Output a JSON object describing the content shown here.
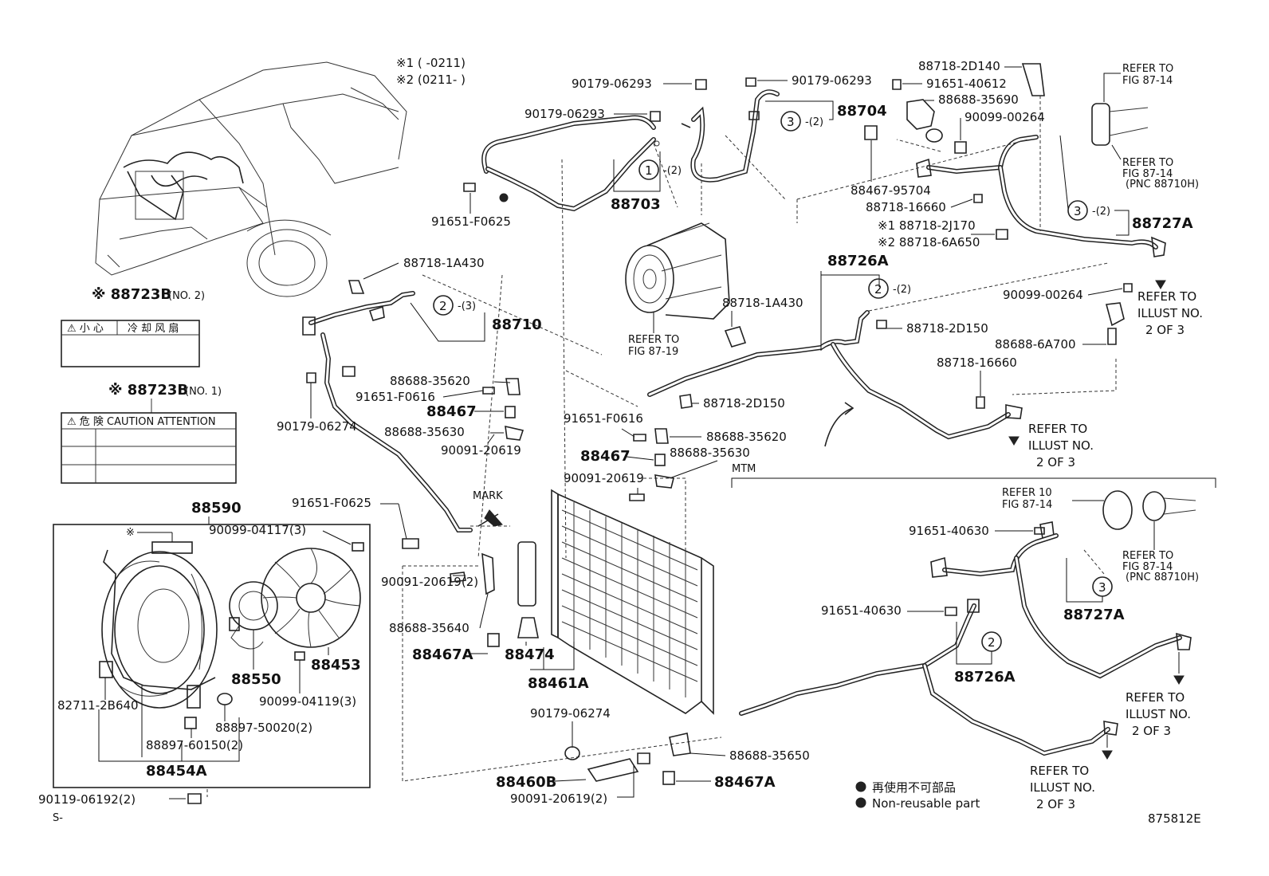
{
  "diagram_id": "875812E",
  "corner_mark": "S-",
  "variant_notes": {
    "note1": "※1 (       -0211)",
    "note2": "※2 (0211-        )"
  },
  "legend": {
    "reuse_jp": "再使用不可部品",
    "reuse_en": "Non-reusable part"
  },
  "section_label_mtm": "MTM",
  "mark_label": "MARK",
  "caution_label_no2": {
    "title": "※ 88723B",
    "suffix": "(NO. 2)",
    "header": [
      "⚠ 小 心",
      "冷 却 风 扇"
    ]
  },
  "caution_label_no1": {
    "title": "※ 88723B",
    "suffix": "(NO. 1)",
    "header": "⚠ 危  険  CAUTION  ATTENTION"
  },
  "fan_box_title": "88590",
  "fan_box_asterisk": "※",
  "callouts": {
    "c1": "1",
    "c1q": "-(2)",
    "c2a": "2",
    "c2aq": "-(3)",
    "c2b": "2",
    "c2bq": "-(2)",
    "c3a": "3",
    "c3aq": "-(2)",
    "c3b": "3",
    "c3bq": "-(2)",
    "c3c": "3",
    "c2c": "2"
  },
  "refers": {
    "fig8719_a": "REFER TO",
    "fig8719_b": "FIG 87-19",
    "r1a": "REFER TO",
    "r1b": "FIG 87-14",
    "r2a": "REFER TO",
    "r2b": "FIG 87-14",
    "r2c": "(PNC 88710H)",
    "r3a": "REFER TO",
    "r3b": "ILLUST NO.",
    "r3c": "2 OF 3",
    "r4a": "REFER TO",
    "r4b": "ILLUST NO.",
    "r4c": "2 OF 3",
    "r5a": "REFER 10",
    "r5b": "FIG 87-14",
    "r6a": "REFER TO",
    "r6b": "FIG 87-14",
    "r6c": "(PNC 88710H)",
    "r7a": "REFER TO",
    "r7b": "ILLUST NO.",
    "r7c": "2 OF 3",
    "r8a": "REFER TO",
    "r8b": "ILLUST NO.",
    "r8c": "2 OF 3"
  },
  "parts": {
    "p88718_2D140": "88718-2D140",
    "p90179_06293a": "90179-06293",
    "p90179_06293b": "90179-06293",
    "p90179_06293c": "90179-06293",
    "p91651_40612": "91651-40612",
    "p88688_35690": "88688-35690",
    "p88704": "88704",
    "p90099_00264a": "90099-00264",
    "p88467_95704": "88467-95704",
    "p88718_16660a": "88718-16660",
    "p88718_2J170": "※1 88718-2J170",
    "p88718_6A650": "※2 88718-6A650",
    "p88727Aa": "88727A",
    "p88703": "88703",
    "p91651_F0625a": "91651-F0625",
    "p88726Aa": "88726A",
    "p88718_1A430a": "88718-1A430",
    "p88718_1A430b": "88718-1A430",
    "p88710": "88710",
    "p88718_2D150a": "88718-2D150",
    "p90099_00264b": "90099-00264",
    "p88688_6A700": "88688-6A700",
    "p88718_16660b": "88718-16660",
    "p88688_35620a": "88688-35620",
    "p91651_F0616a": "91651-F0616",
    "p88467a": "88467",
    "p90179_06274a": "90179-06274",
    "p88688_35630a": "88688-35630",
    "p90091_20619a": "90091-20619",
    "p88718_2D150b": "88718-2D150",
    "p91651_F0616b": "91651-F0616",
    "p88688_35620b": "88688-35620",
    "p88467b": "88467",
    "p88688_35630b": "88688-35630",
    "p90091_20619b": "90091-20619",
    "p91651_F0625b": "91651-F0625",
    "p90099_04117": "90099-04117(3)",
    "p88550": "88550",
    "p88453": "88453",
    "p90099_04119": "90099-04119(3)",
    "p82711_2B640": "82711-2B640",
    "p88897_50020": "88897-50020(2)",
    "p88897_60150": "88897-60150(2)",
    "p88454A": "88454A",
    "p90119_06192": "90119-06192(2)",
    "p90091_20619c": "90091-20619(2)",
    "p88688_35640": "88688-35640",
    "p88467Aa": "88467A",
    "p88474": "88474",
    "p88461A": "88461A",
    "p90179_06274b": "90179-06274",
    "p88460B": "88460B",
    "p90091_20619d": "90091-20619(2)",
    "p88688_35650": "88688-35650",
    "p88467Ab": "88467A",
    "p91651_40630a": "91651-40630",
    "p91651_40630b": "91651-40630",
    "p88727Ab": "88727A",
    "p88726Ab": "88726A"
  }
}
